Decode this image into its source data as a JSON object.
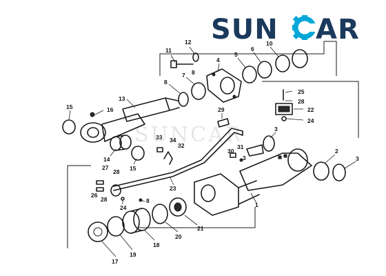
{
  "brand": {
    "text_left": "SUN",
    "text_right": "AR",
    "watermark": "SUNCAR",
    "color_primary": "#1b3a5c",
    "color_accent": "#00a7d8"
  },
  "callouts": {
    "c1": "1",
    "c2": "2",
    "c3a": "3",
    "c3b": "3",
    "c4": "4",
    "c5": "5",
    "c6": "6",
    "c7": "7",
    "c8a": "8",
    "c8b": "8",
    "c8c": "8",
    "c10": "10",
    "c11": "11",
    "c12": "12",
    "c13": "13",
    "c14": "14",
    "c15a": "15",
    "c15b": "15",
    "c16": "16",
    "c17": "17",
    "c18": "18",
    "c19": "19",
    "c20": "20",
    "c21": "21",
    "c22": "22",
    "c23": "23",
    "c24a": "24",
    "c24b": "24",
    "c25": "25",
    "c26": "26",
    "c27": "27",
    "c28a": "28",
    "c28b": "28",
    "c28c": "28",
    "c29": "29",
    "c30": "30",
    "c31": "31",
    "c32": "32",
    "c33": "33",
    "c34": "34",
    "c3c": "3"
  }
}
